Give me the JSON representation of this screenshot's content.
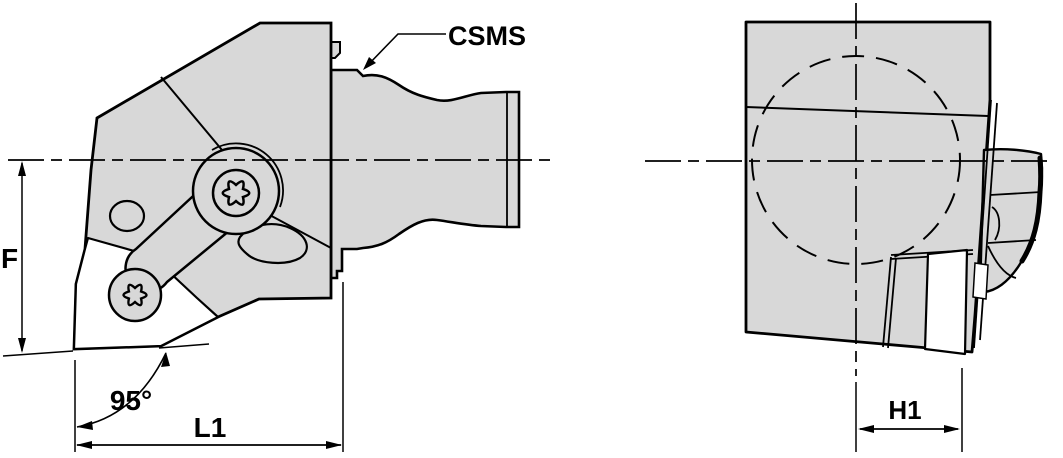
{
  "colors": {
    "body": "#d8d8d8",
    "outline": "#000000",
    "background": "#ffffff"
  },
  "views": {
    "side": {
      "callout": "CSMS",
      "dimensions": {
        "height": "F",
        "lead_angle": "95°",
        "length": "L1"
      }
    },
    "front": {
      "dimensions": {
        "offset": "H1"
      }
    }
  }
}
